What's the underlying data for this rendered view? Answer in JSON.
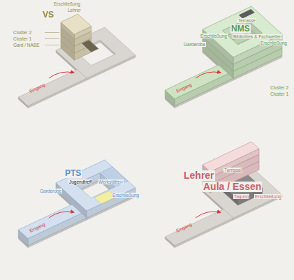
{
  "diagram": {
    "labels": [
      "Erschließung",
      "Lehrer",
      "VS",
      "Cluster 2",
      "Cluster 1",
      "Gard / NABE",
      "Eingang",
      "Terrasse",
      "NMS",
      "Bibliothek & Fachwelten",
      "Erschließung",
      "Erschließung",
      "Garderobe",
      "Cluster 2",
      "Cluster 1",
      "Eingang",
      "PTS",
      "Jugendtreff",
      "Werkstätten",
      "Garderobe",
      "Erschließung",
      "Eingang",
      "Turnsaal",
      "Lehrer",
      "Aula / Essen",
      "Tagung",
      "Erschließung",
      "Eingang"
    ]
  }
}
